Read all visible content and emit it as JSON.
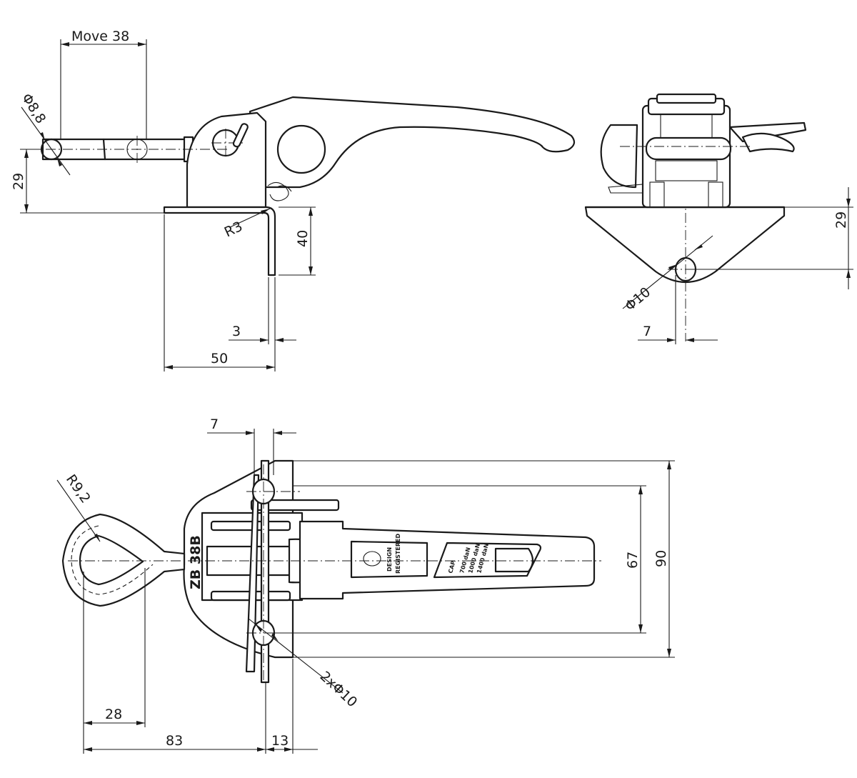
{
  "dimensions": {
    "move": "Move 38",
    "pin_diameter": "Φ8,8",
    "pin_height": "29",
    "bend_radius": "R3",
    "hook_length": "40",
    "plate_thickness": "3",
    "base_width": "50",
    "side_height": "29",
    "side_hole": "Φ10",
    "side_offset": "7",
    "top_offset": "7",
    "eye_radius": "R9,2",
    "mount_holes": "2xΦ10",
    "hole_spacing": "67",
    "plate_height": "90",
    "eye_span": "28",
    "overall_length": "83",
    "flange": "13"
  },
  "markings": {
    "model_code": "ZB 38B",
    "logo_line1": "DESIGN",
    "logo_line2": "REGISTERED",
    "cap_title": "CAP.",
    "cap_line1": "700 daN",
    "cap_line2": "1000 daN",
    "cap_line3": "1400 daN"
  }
}
